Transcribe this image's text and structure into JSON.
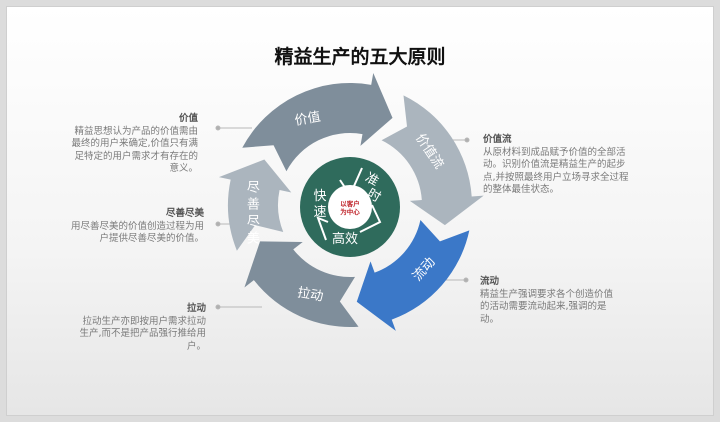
{
  "title": "精益生产的五大原则",
  "center": {
    "label": "以客户为中心",
    "label_lines": [
      "以客户",
      "为中心"
    ],
    "ring": [
      "快速",
      "准时",
      "高效"
    ],
    "ring_color": "#2f6b5c",
    "label_color": "#c0272d"
  },
  "segments": [
    {
      "label": "价值",
      "color": "#7f8e9b"
    },
    {
      "label": "价值流",
      "color": "#abb5be"
    },
    {
      "label": "流动",
      "color": "#3b78c8"
    },
    {
      "label": "拉动",
      "color": "#7f8e9b"
    },
    {
      "label": "尽善尽美",
      "color": "#abb5be"
    }
  ],
  "descriptions": {
    "value": {
      "heading": "价值",
      "text": "精益思想认为产品的价值需由最终的用户来确定,价值只有满足特定的用户需求才有存在的意义。"
    },
    "perfection": {
      "heading": "尽善尽美",
      "text": "用尽善尽美的价值创造过程为用户提供尽善尽美的价值。"
    },
    "pull": {
      "heading": "拉动",
      "text": "拉动生产亦即按用户需求拉动生产,而不是把产品强行推给用户。"
    },
    "value_stream": {
      "heading": "价值流",
      "text": "从原材料到成品赋予价值的全部活动。识别价值流是精益生产的起步点,并按照最终用户立场寻求全过程的整体最佳状态。"
    },
    "flow": {
      "heading": "流动",
      "text": "精益生产强调要求各个创造价值的活动需要流动起来,强调的是动。"
    }
  }
}
